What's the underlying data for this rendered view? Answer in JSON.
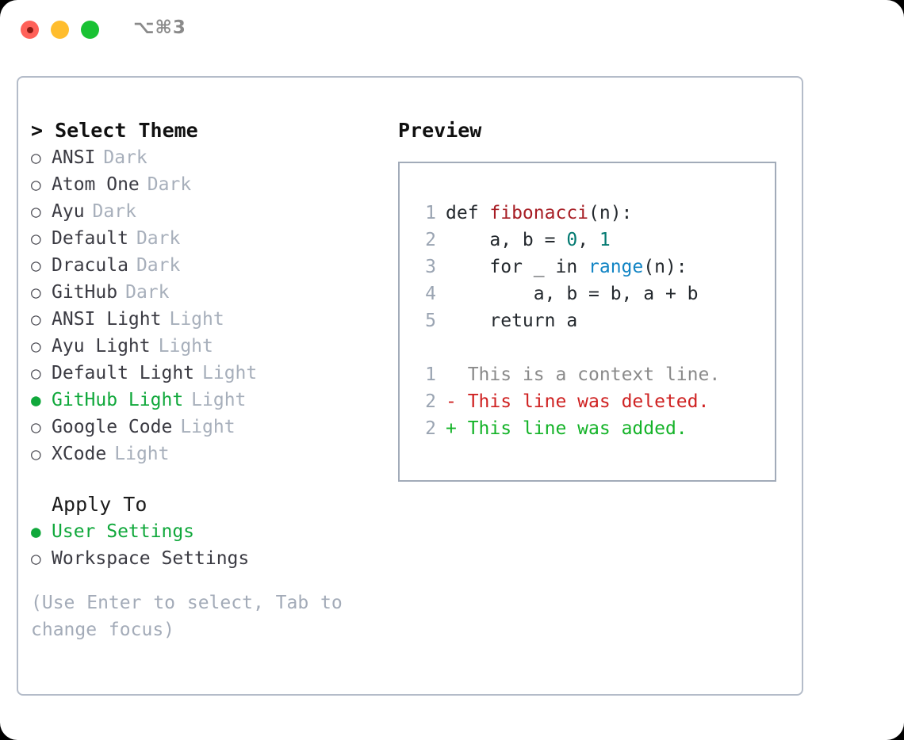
{
  "titlebar": {
    "shortcut": "⌥⌘3",
    "dots": [
      "close-red",
      "minimize-yellow",
      "maximize-green"
    ]
  },
  "theme_picker": {
    "header": "> Select Theme",
    "items": [
      {
        "marker": "○",
        "label": "ANSI",
        "badge": "Dark",
        "selected": false
      },
      {
        "marker": "○",
        "label": "Atom One",
        "badge": "Dark",
        "selected": false
      },
      {
        "marker": "○",
        "label": "Ayu",
        "badge": "Dark",
        "selected": false
      },
      {
        "marker": "○",
        "label": "Default",
        "badge": "Dark",
        "selected": false
      },
      {
        "marker": "○",
        "label": "Dracula",
        "badge": "Dark",
        "selected": false
      },
      {
        "marker": "○",
        "label": "GitHub",
        "badge": "Dark",
        "selected": false
      },
      {
        "marker": "○",
        "label": "ANSI Light",
        "badge": "Light",
        "selected": false
      },
      {
        "marker": "○",
        "label": "Ayu Light",
        "badge": "Light",
        "selected": false
      },
      {
        "marker": "○",
        "label": "Default Light",
        "badge": "Light",
        "selected": false
      },
      {
        "marker": "●",
        "label": "GitHub Light",
        "badge": "Light",
        "selected": true
      },
      {
        "marker": "○",
        "label": "Google Code",
        "badge": "Light",
        "selected": false
      },
      {
        "marker": "○",
        "label": "XCode",
        "badge": "Light",
        "selected": false
      }
    ]
  },
  "apply_to": {
    "header": "Apply To",
    "items": [
      {
        "marker": "●",
        "label": "User Settings",
        "selected": true
      },
      {
        "marker": "○",
        "label": "Workspace Settings",
        "selected": false
      }
    ]
  },
  "hint": "(Use Enter to select, Tab to change focus)",
  "preview": {
    "title": "Preview",
    "code_lines": [
      {
        "num": "1",
        "segments": [
          {
            "text": "def ",
            "kind": "plain"
          },
          {
            "text": "fibonacci",
            "kind": "func"
          },
          {
            "text": "(n):",
            "kind": "plain"
          }
        ]
      },
      {
        "num": "2",
        "segments": [
          {
            "text": "    a, b = ",
            "kind": "plain"
          },
          {
            "text": "0",
            "kind": "num"
          },
          {
            "text": ", ",
            "kind": "plain"
          },
          {
            "text": "1",
            "kind": "num"
          }
        ]
      },
      {
        "num": "3",
        "segments": [
          {
            "text": "    for _ in ",
            "kind": "plain"
          },
          {
            "text": "range",
            "kind": "call"
          },
          {
            "text": "(n):",
            "kind": "plain"
          }
        ]
      },
      {
        "num": "4",
        "segments": [
          {
            "text": "        a, b = b, a + b",
            "kind": "plain"
          }
        ]
      },
      {
        "num": "5",
        "segments": [
          {
            "text": "    return a",
            "kind": "plain"
          }
        ]
      }
    ],
    "diff_lines": [
      {
        "num": "1",
        "sign": "  ",
        "text": "This is a context line.",
        "kind": "ctx"
      },
      {
        "num": "2",
        "sign": "- ",
        "text": "This line was deleted.",
        "kind": "del"
      },
      {
        "num": "2",
        "sign": "+ ",
        "text": "This line was added.",
        "kind": "add"
      }
    ]
  },
  "colors": {
    "accent_green": "#10a83b",
    "badge_gray": "#a7afbb",
    "hint_gray": "#a3abb8",
    "panel_border": "#b4bcc9",
    "preview_border": "#a2abb9",
    "diff_add": "#14b328",
    "diff_del": "#cf2222",
    "token_function": "#a71d24",
    "token_number": "#047a72",
    "token_call": "#1184c4",
    "line_number": "#9aa4b2"
  }
}
